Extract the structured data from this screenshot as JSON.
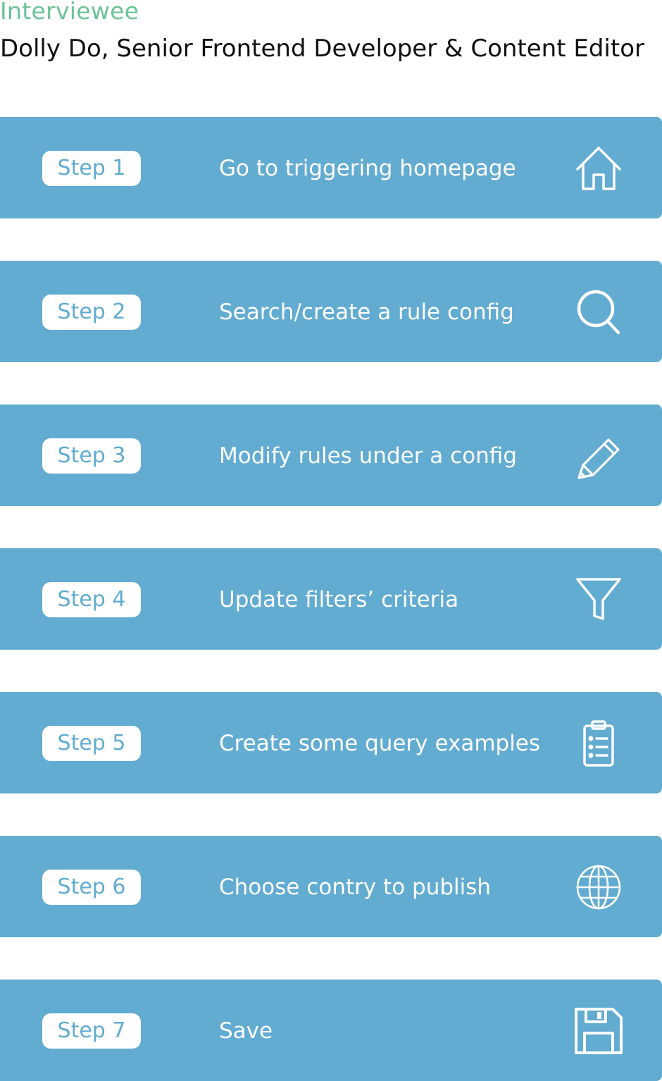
{
  "header": {
    "label": "Interviewee",
    "name": "Dolly Do, Senior Frontend Developer & Content Editor"
  },
  "colors": {
    "accent": "#6cc397",
    "card": "#62abd1",
    "pill_bg": "#ffffff",
    "text": "#111111"
  },
  "steps": [
    {
      "label": "Step 1",
      "text": "Go to triggering homepage",
      "icon": "home-icon"
    },
    {
      "label": "Step 2",
      "text": "Search/create a rule config",
      "icon": "search-icon"
    },
    {
      "label": "Step 3",
      "text": "Modify rules under a config",
      "icon": "pencil-icon"
    },
    {
      "label": "Step 4",
      "text": "Update filters’ criteria",
      "icon": "filter-icon"
    },
    {
      "label": "Step 5",
      "text": "Create some query examples",
      "icon": "clipboard-list-icon"
    },
    {
      "label": "Step 6",
      "text": "Choose contry to publish",
      "icon": "globe-icon"
    },
    {
      "label": "Step 7",
      "text": "Save",
      "icon": "save-icon"
    }
  ]
}
